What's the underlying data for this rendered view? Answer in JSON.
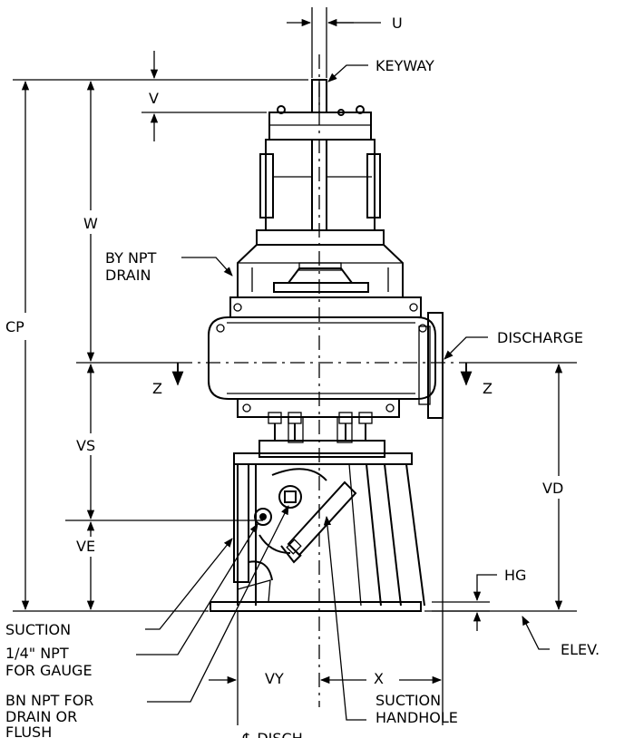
{
  "labels": {
    "u": "U",
    "keyway": "KEYWAY",
    "v": "V",
    "w": "W",
    "by_npt_drain": [
      "BY NPT",
      "DRAIN"
    ],
    "cp": "CP",
    "discharge": "DISCHARGE",
    "z_left": "Z",
    "z_right": "Z",
    "vs": "VS",
    "vd": "VD",
    "ve": "VE",
    "hg": "HG",
    "suction": "SUCTION",
    "npt_gauge": [
      "1/4\" NPT",
      "FOR GAUGE"
    ],
    "vy": "VY",
    "x": "X",
    "elev": "ELEV.",
    "bn_npt": [
      "BN NPT FOR",
      "DRAIN OR",
      "FLUSH"
    ],
    "suction_handhole": [
      "SUCTION",
      "HANDHOLE"
    ],
    "discharge_cl": "℄ DISCH"
  }
}
